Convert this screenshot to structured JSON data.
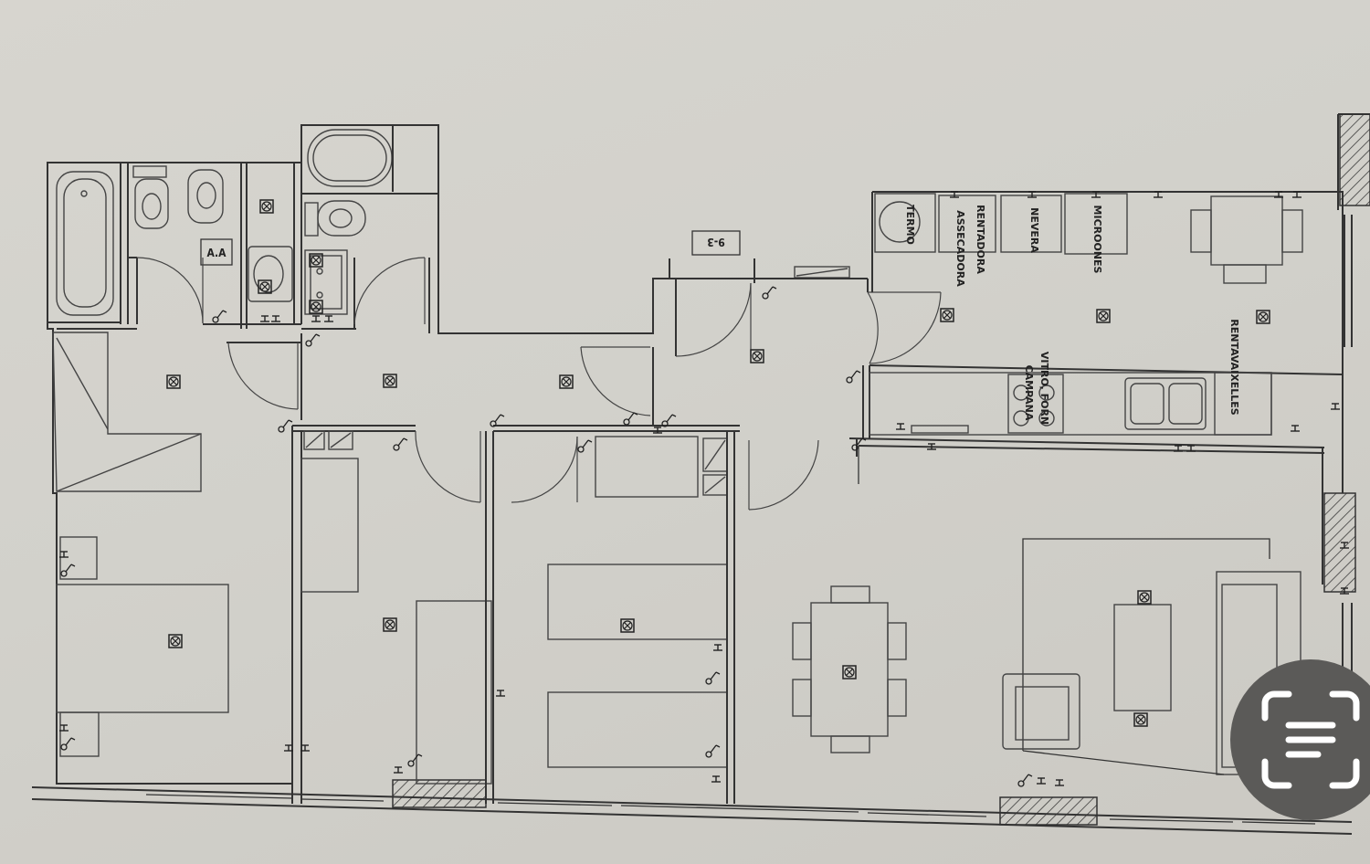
{
  "plan": {
    "unit_tag": "9-3",
    "labels": {
      "aa": "A.A",
      "termo": "TERMO",
      "rentadora": "RENTADORA",
      "assecadora": "ASSECADORA",
      "nevera": "NEVERA",
      "microones": "MICROONES",
      "vitro": "VITRO, FORN",
      "campana": "CAMPANA",
      "rentavaixelles": "RENTAVAIXELLES"
    }
  },
  "overlay": {
    "icon": "text-scan-icon"
  }
}
